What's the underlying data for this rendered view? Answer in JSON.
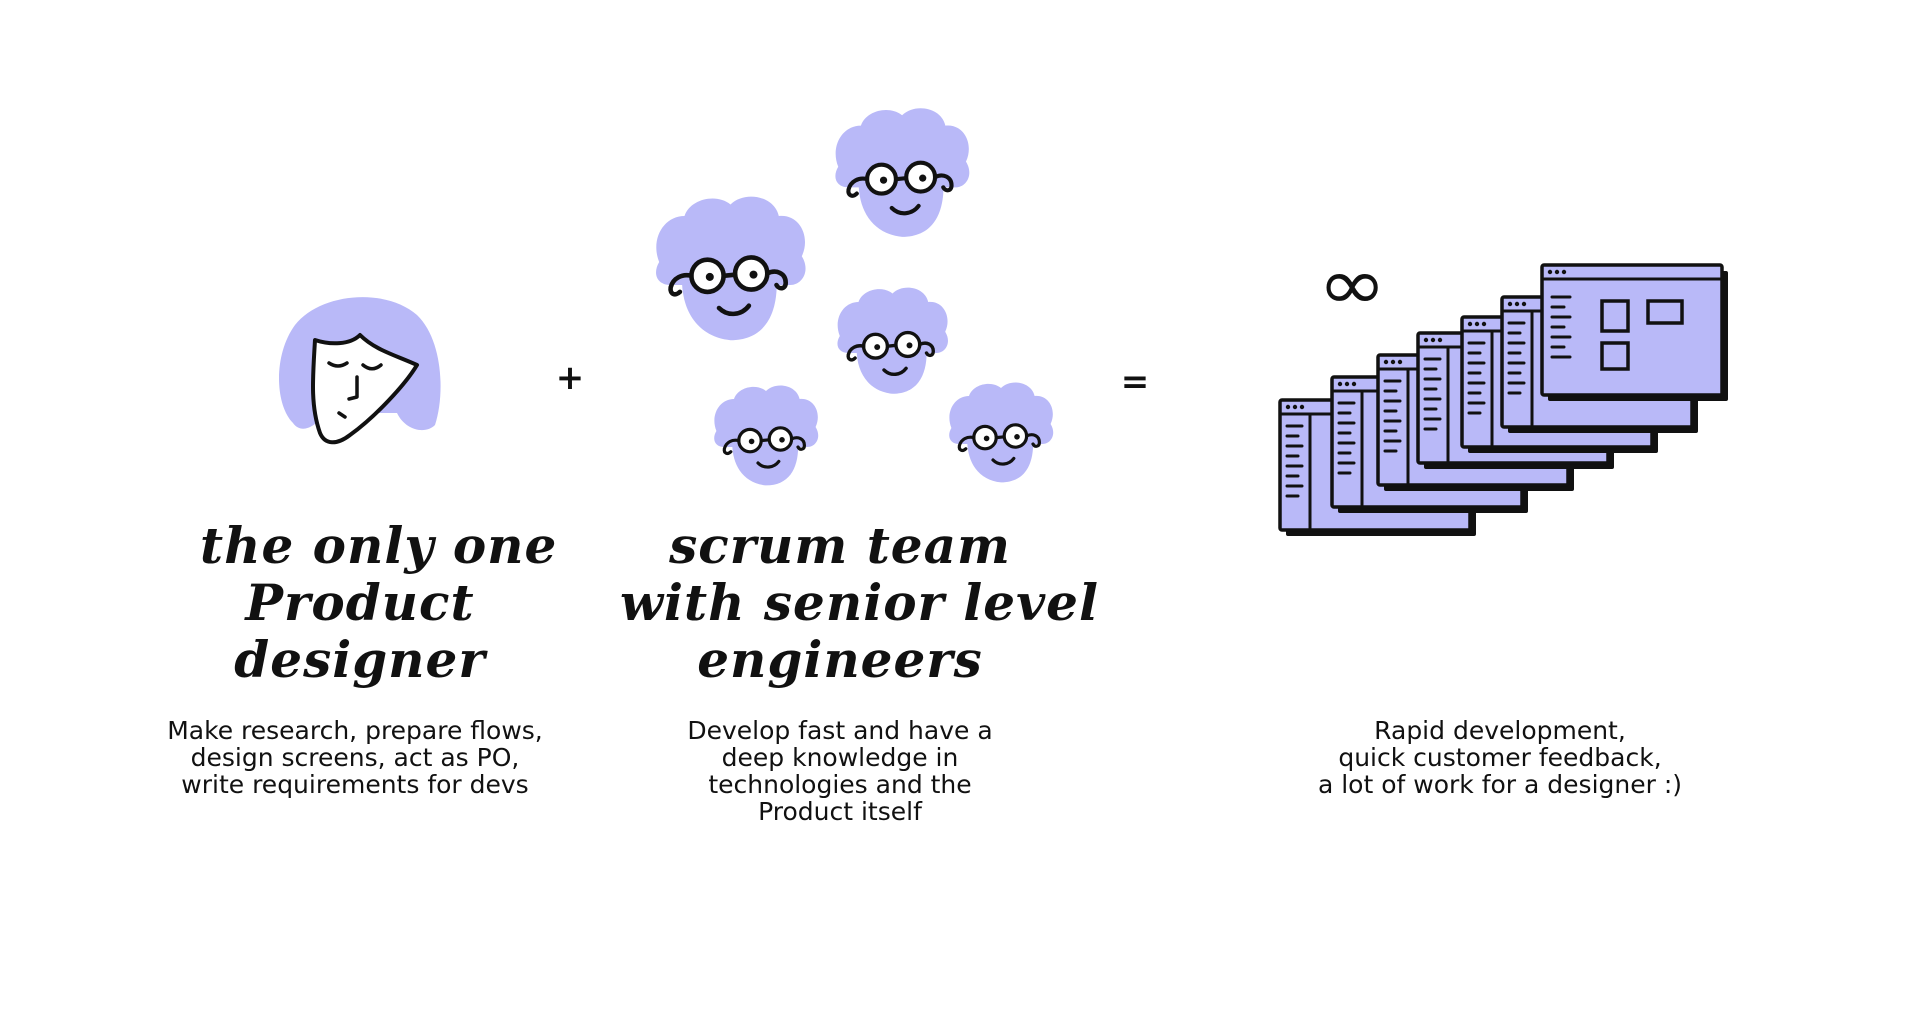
{
  "colors": {
    "accent": "#b9b9f8",
    "ink": "#111111",
    "background": "#ffffff"
  },
  "designer": {
    "icon": "designer-face-icon",
    "title_lines": [
      "the only one",
      "Product",
      "designer"
    ],
    "desc_lines": [
      "Make research, prepare flows,",
      "design screens, act as PO,",
      "write requirements for devs"
    ]
  },
  "plus": "+",
  "team": {
    "icon": "engineer-face-icon",
    "title_lines": [
      "scrum team",
      "with senior level",
      "engineers"
    ],
    "desc_lines": [
      "Develop fast and have a",
      "deep knowledge in",
      "technologies and the",
      "Product itself"
    ]
  },
  "equals": "=",
  "result": {
    "infinity": "∞",
    "icon": "app-window-icon",
    "desc_lines": [
      "Rapid development,",
      "quick customer feedback,",
      "a lot of work for a designer :)"
    ]
  }
}
